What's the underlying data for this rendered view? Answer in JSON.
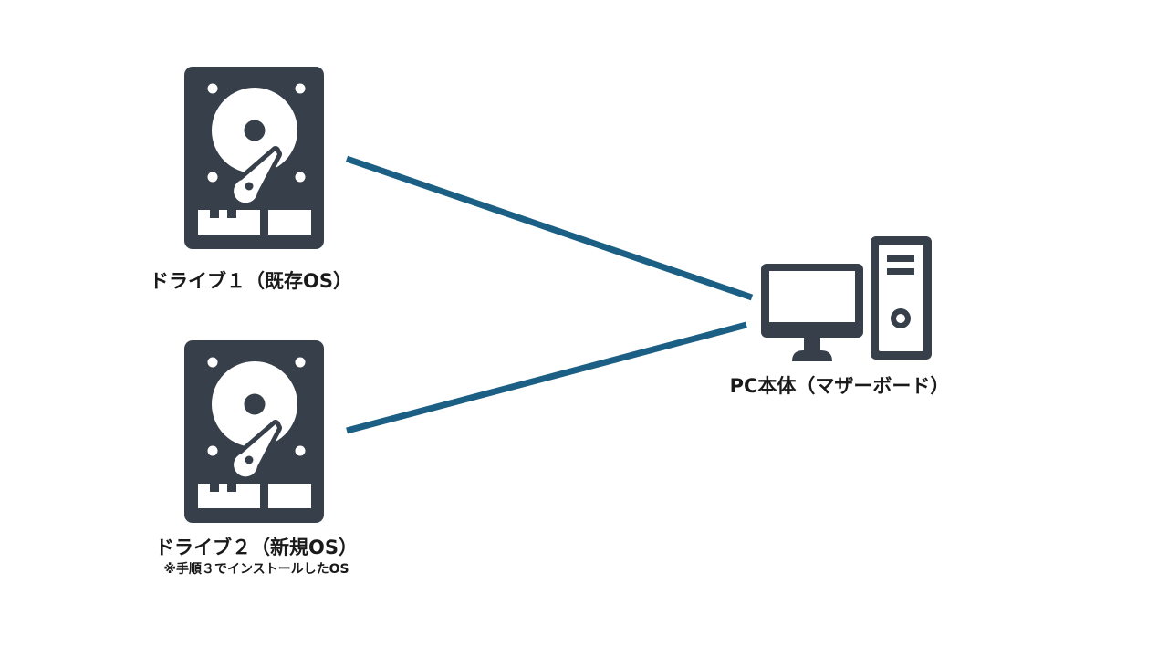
{
  "diagram": {
    "drives": [
      {
        "label": "ドライブ１（既存OS）",
        "note": ""
      },
      {
        "label": "ドライブ２（新規OS）",
        "note": "※手順３でインストールしたOS"
      }
    ],
    "pc": {
      "label": "PC本体（マザーボード）"
    },
    "colors": {
      "icon": "#37404a",
      "connector": "#1b5f84",
      "text": "#1a1a1a",
      "background": "#ffffff"
    },
    "icons": {
      "drive": "hard-disk-drive-icon",
      "pc": "desktop-computer-icon"
    }
  }
}
